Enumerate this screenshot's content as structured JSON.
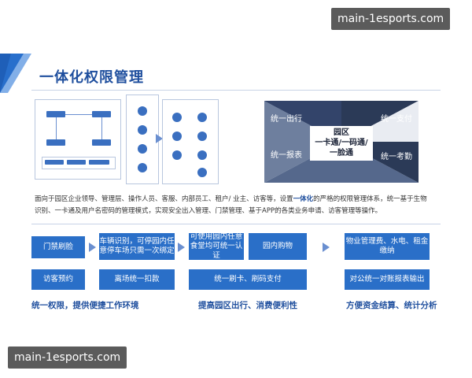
{
  "watermark": {
    "text": "main-1esports.com"
  },
  "page": {
    "title": "一体化权限管理",
    "description_line1": "面向于园区企业领导、管理层、操作人员、客服、内部员工、租户/ 业主、访客等，设置",
    "description_highlight": "一体化",
    "description_line1_tail": "的严格的权限管理体系，统一基于生物",
    "description_line2": "识别、一卡通及用户名密码的管理模式，实现安全出入管理、门禁管理、基于APP的各类业务申请、访客管理等操作。"
  },
  "quad": {
    "top_left": "统一出行",
    "top_right": "统一支付",
    "bottom_left": "统一报表",
    "bottom_right": "统一考勤",
    "center_line1": "园区",
    "center_line2": "一卡通/一码通/",
    "center_line3": "一脸通"
  },
  "groups": [
    {
      "row1": [
        "门禁刷脸"
      ],
      "row2": [
        "访客预约"
      ],
      "caption": "统一权限，提供便捷工作环境"
    },
    {
      "row1": [
        "车辆识别，可停园内任意停车场只需一次绑定"
      ],
      "row2": [
        "离场统一扣款"
      ],
      "caption": ""
    },
    {
      "row1": [
        "可使用园内任意食堂均可统一认证",
        "园内购物"
      ],
      "row2": [
        "统一刷卡、刷码支付"
      ],
      "caption": "提高园区出行、消费便利性"
    },
    {
      "row1": [
        "物业管理费、水电、租金缴纳"
      ],
      "row2": [
        "对公统一对账报表输出"
      ],
      "caption": "方便资金结算、统计分析"
    }
  ],
  "colors": {
    "accent": "#1f4f9e",
    "box": "#2a6fc8",
    "quad_dark": "#2b3a57",
    "quad_mid": "#6e7f9e",
    "quad_light": "#e9ecf2"
  }
}
